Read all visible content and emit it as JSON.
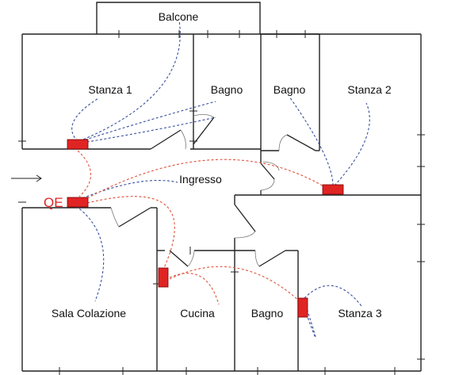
{
  "colors": {
    "panel_fill": "#e02424",
    "panel_stroke": "#7a0000",
    "wire_blue": "#3a4f9e",
    "wire_red": "#e0523a",
    "qe_label": "#e02424"
  },
  "labels": {
    "balcone": "Balcone",
    "stanza1": "Stanza 1",
    "bagno1": "Bagno",
    "bagno2": "Bagno",
    "stanza2": "Stanza 2",
    "ingresso": "Ingresso",
    "qe": "QE",
    "sala_colazione": "Sala Colazione",
    "cucina": "Cucina",
    "bagno3": "Bagno",
    "stanza3": "Stanza 3"
  },
  "icons": {
    "entrance": "arrow-right-icon"
  }
}
